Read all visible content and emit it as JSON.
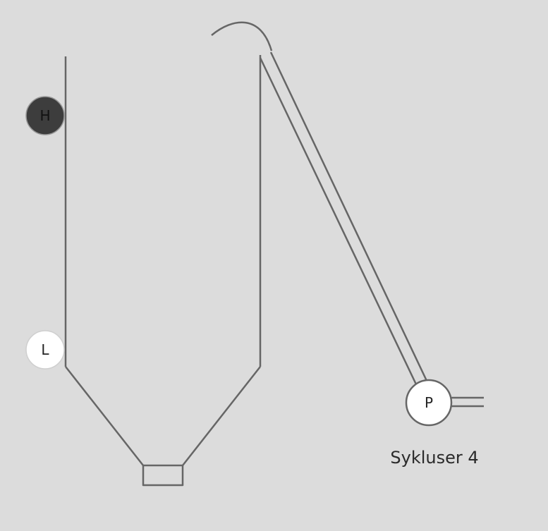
{
  "silo": {
    "high_sensor": {
      "label": "H",
      "state": "active",
      "fill": "#3d3d3d",
      "text_color": "#111111"
    },
    "low_sensor": {
      "label": "L",
      "state": "inactive",
      "fill": "#ffffff",
      "text_color": "#222222"
    }
  },
  "pump": {
    "label": "P"
  },
  "caption": "Sykluser 4",
  "colors": {
    "background": "#dcdcdc",
    "line": "#666666"
  }
}
